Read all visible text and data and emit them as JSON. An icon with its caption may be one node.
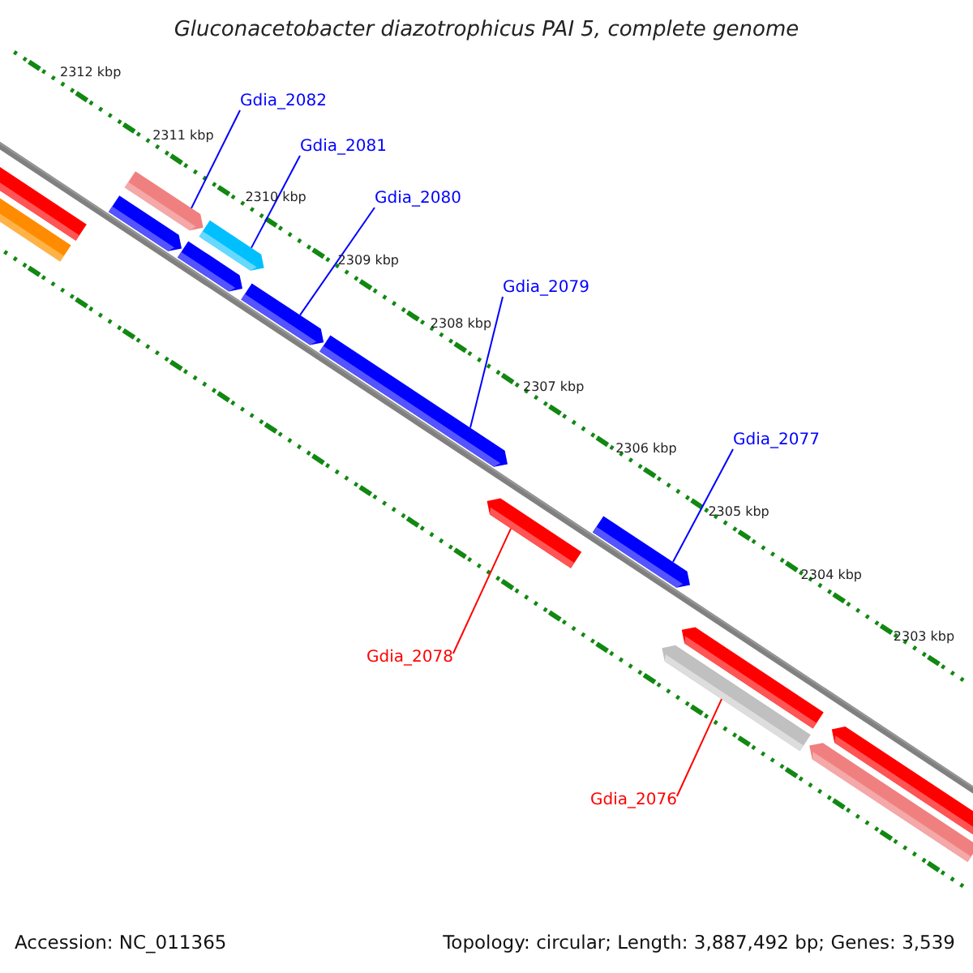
{
  "diagram": {
    "title": "Gluconacetobacter diazotrophicus PAI 5, complete genome",
    "nodes": [
      {
        "text": [
          "Gdia_2082"
        ]
      },
      {
        "text": [
          "Gdia_2081"
        ]
      },
      {
        "text": [
          "Gdia_2080"
        ]
      },
      {
        "text": [
          "Gdia_2079"
        ]
      },
      {
        "text": [
          "Gdia_2077"
        ]
      },
      {
        "text": [
          "Gdia_2078"
        ]
      },
      {
        "text": [
          "Gdia_2076"
        ]
      },
      {
        "text": [],
        "shape": "arrow"
      },
      {
        "text": [],
        "shape": "arrow"
      },
      {
        "text": [],
        "shape": "arrow"
      },
      {
        "text": [],
        "shape": "arrow"
      },
      {
        "text": [],
        "shape": "arrow"
      },
      {
        "text": [],
        "shape": "arrow"
      },
      {
        "text": [],
        "shape": "arrow"
      },
      {
        "text": [],
        "shape": "arrow"
      },
      {
        "text": [],
        "shape": "arrow"
      },
      {
        "text": [],
        "shape": "arrow"
      },
      {
        "text": [],
        "shape": "arrow"
      },
      {
        "text": [],
        "shape": "arrow"
      },
      {
        "text": [],
        "shape": "arrow"
      },
      {
        "text": [],
        "shape": "arrow"
      }
    ],
    "edges": [
      {
        "from": 0,
        "to": 10,
        "arrow": "none"
      },
      {
        "from": 1,
        "to": 12,
        "arrow": "none"
      },
      {
        "from": 2,
        "to": 13,
        "arrow": "none"
      },
      {
        "from": 3,
        "to": 14,
        "arrow": "none"
      },
      {
        "from": 4,
        "to": 16,
        "arrow": "none"
      },
      {
        "from": 5,
        "to": 15,
        "arrow": "none",
        "color": "#ff0000"
      },
      {
        "from": 6,
        "to": 17,
        "arrow": "none",
        "color": "#ff0000"
      }
    ],
    "labels": [
      "2312 kbp",
      "2311 kbp",
      "2310 kbp",
      "2309 kbp",
      "2308 kbp",
      "2307 kbp",
      "2306 kbp",
      "2305 kbp",
      "2304 kbp",
      "2303 kbp",
      "Accession: NC_011365",
      "Topology: circular; Length: 3,887,492 bp; Genes: 3,539"
    ]
  }
}
